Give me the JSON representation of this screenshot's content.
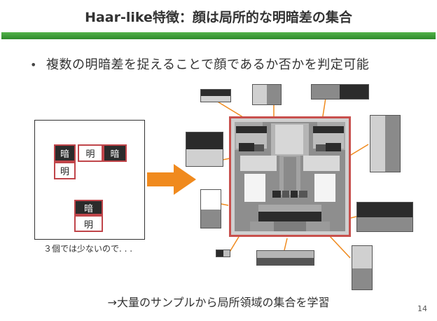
{
  "slide": {
    "title": "Haar-like特徴：顔は局所的な明暗差の集合",
    "bullet_text": "複数の明暗差を捉えることで顔であるか否かを判定可能",
    "left_caption": "３個では少ないので. . .",
    "bottom_caption": "→大量のサンプルから局所領域の集合を学習",
    "page_number": "14"
  },
  "demo_cells": {
    "dark_label": "暗",
    "light_label": "明"
  },
  "colors": {
    "title_rule": "#3c9a35",
    "cell_border": "#c0454a",
    "face_border": "#c8504d",
    "arrow": "#f08a1e",
    "connector": "#f08a1e"
  }
}
